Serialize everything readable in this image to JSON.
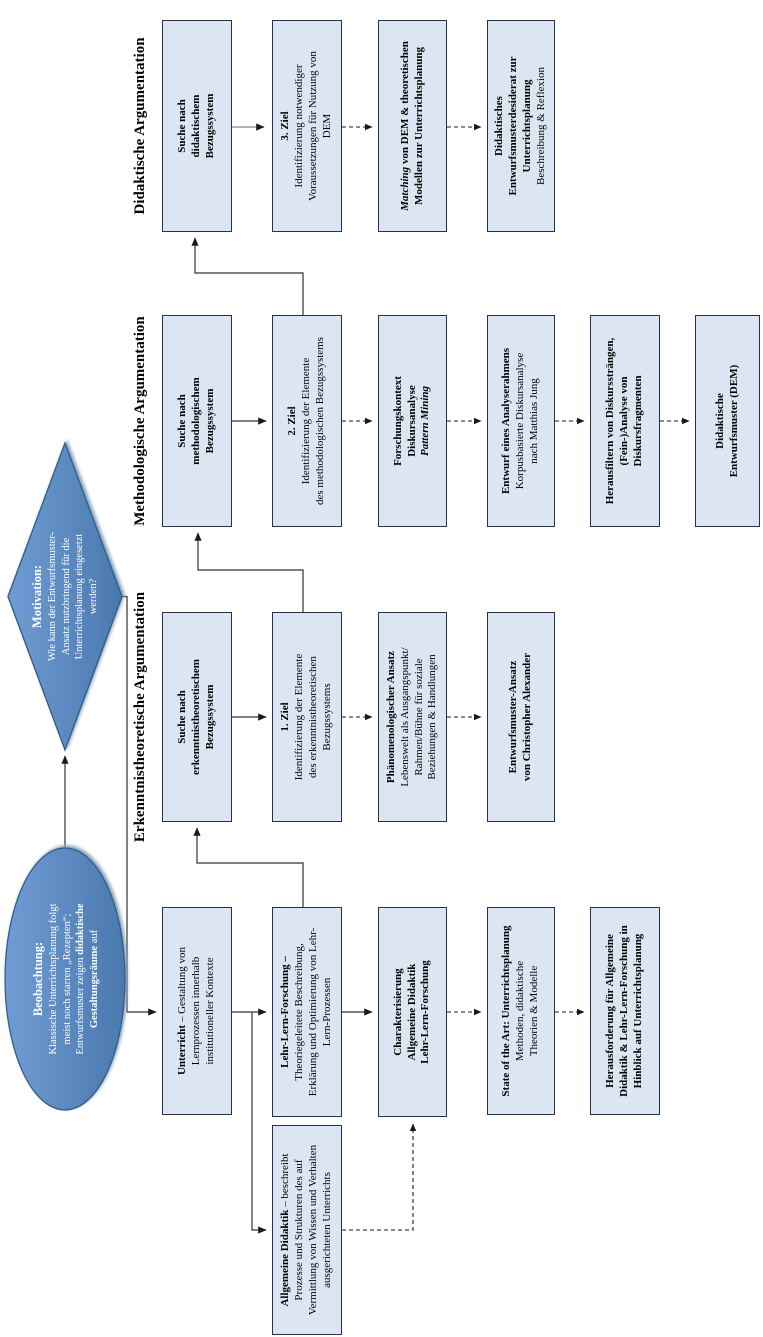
{
  "palette": {
    "background": "#ffffff",
    "box_fill": "#dce6f2",
    "box_border": "#25314d",
    "shape_fill_top": "#6f9cd4",
    "shape_fill_bottom": "#4a78ad",
    "shape_border": "#2e5d8c",
    "shape_text": "#ffffff",
    "connector": "#333333",
    "connector_light": "#888888"
  },
  "headers": [
    {
      "label": "Erkenntnistheoretische Argumentation"
    },
    {
      "label": "Methodologische Argumentation"
    },
    {
      "label": "Didaktische Argumentation"
    }
  ],
  "nodes": {
    "beobachtung": {
      "lines": [
        [
          {
            "t": "Beobachtung:",
            "s": "bt"
          }
        ],
        [
          {
            "t": "Klassische Unterrichtsplanung folgt",
            "s": "r"
          }
        ],
        [
          {
            "t": "meist noch starren „Rezepten“;",
            "s": "r"
          }
        ],
        [
          {
            "t": "Entwurfsmuster zeigen ",
            "s": "r"
          },
          {
            "t": "didaktische",
            "s": "b"
          }
        ],
        [
          {
            "t": "Gestaltungsräume",
            "s": "b"
          },
          {
            "t": " auf",
            "s": "r"
          }
        ]
      ]
    },
    "motivation": {
      "lines": [
        [
          {
            "t": "Motivation:",
            "s": "bt"
          }
        ],
        [
          {
            "t": "Wie kann der Entwurfsmuster-",
            "s": "r"
          }
        ],
        [
          {
            "t": "Ansatz nutzbringend für die",
            "s": "r"
          }
        ],
        [
          {
            "t": "Unterrichtsplanung eingesetzt",
            "s": "r"
          }
        ],
        [
          {
            "t": "werden?",
            "s": "r"
          }
        ]
      ]
    },
    "unterricht": {
      "lines": [
        [
          {
            "t": "Unterricht",
            "s": "b"
          },
          {
            "t": " – Gestaltung von",
            "s": "r"
          }
        ],
        [
          {
            "t": "Lernprozessen innerhalb",
            "s": "r"
          }
        ],
        [
          {
            "t": "institutioneller Kontexte",
            "s": "r"
          }
        ]
      ]
    },
    "lehr_lern_forschung": {
      "lines": [
        [
          {
            "t": "Lehr-Lern-Forschung –",
            "s": "b"
          }
        ],
        [
          {
            "t": "Theoriegeleitete Beschreibung,",
            "s": "r"
          }
        ],
        [
          {
            "t": "Erklärung und Optimierung von Lehr-",
            "s": "r"
          }
        ],
        [
          {
            "t": "Lern-Prozessen",
            "s": "r"
          }
        ]
      ]
    },
    "charakterisierung": {
      "lines": [
        [
          {
            "t": "Charakterisierung",
            "s": "b"
          }
        ],
        [
          {
            "t": "Allgemeine Didaktik",
            "s": "b"
          }
        ],
        [
          {
            "t": "Lehr-Lern-Forschung",
            "s": "b"
          }
        ]
      ]
    },
    "state_of_the_art": {
      "lines": [
        [
          {
            "t": "State of the Art: Unterrichtsplanung",
            "s": "b"
          }
        ],
        [
          {
            "t": "Methoden, didaktische",
            "s": "r"
          }
        ],
        [
          {
            "t": "Theorien & Modelle",
            "s": "r"
          }
        ]
      ]
    },
    "herausforderung": {
      "lines": [
        [
          {
            "t": "Herausforderung für Allgemeine",
            "s": "b"
          }
        ],
        [
          {
            "t": "Didaktik & Lehr-Lern-Forschung in",
            "s": "b"
          }
        ],
        [
          {
            "t": "Hinblick auf Unterrichtsplanung",
            "s": "b"
          }
        ]
      ]
    },
    "allgemeine_didaktik": {
      "lines": [
        [
          {
            "t": "Allgemeine Didaktik",
            "s": "b"
          },
          {
            "t": " – beschreibt",
            "s": "r"
          }
        ],
        [
          {
            "t": "Prozesse und Strukturen des auf",
            "s": "r"
          }
        ],
        [
          {
            "t": "Vermittlung von Wissen und Verhalten",
            "s": "r"
          }
        ],
        [
          {
            "t": "ausgerichteten Unterrichts",
            "s": "r"
          }
        ]
      ]
    },
    "suche_erkenntnistheoretisch": {
      "lines": [
        [
          {
            "t": "Suche nach",
            "s": "b"
          }
        ],
        [
          {
            "t": "erkenntnistheoretischem",
            "s": "b"
          }
        ],
        [
          {
            "t": "Bezugssystem",
            "s": "b"
          }
        ]
      ]
    },
    "ziel1": {
      "lines": [
        [
          {
            "t": "1. Ziel",
            "s": "b"
          }
        ],
        [
          {
            "t": "Identifizierung der Elemente",
            "s": "r"
          }
        ],
        [
          {
            "t": "des erkenntnistheoretischen",
            "s": "r"
          }
        ],
        [
          {
            "t": "Bezugssystems",
            "s": "r"
          }
        ]
      ]
    },
    "phaenomenologischer_ansatz": {
      "lines": [
        [
          {
            "t": "Phänomenologischer Ansatz",
            "s": "b"
          }
        ],
        [
          {
            "t": "Lebenswelt als Ausgangspunkt/",
            "s": "r"
          }
        ],
        [
          {
            "t": "Rahmen/Bühne für soziale",
            "s": "r"
          }
        ],
        [
          {
            "t": "Beziehungen & Handlungen",
            "s": "r"
          }
        ]
      ]
    },
    "entwurfsmuster_ansatz": {
      "lines": [
        [
          {
            "t": "Entwurfsmuster-Ansatz",
            "s": "b"
          }
        ],
        [
          {
            "t": "von Christopher Alexander",
            "s": "b"
          }
        ]
      ]
    },
    "suche_methodologisch": {
      "lines": [
        [
          {
            "t": "Suche nach",
            "s": "b"
          }
        ],
        [
          {
            "t": "methodologischem",
            "s": "b"
          }
        ],
        [
          {
            "t": "Bezugssystem",
            "s": "b"
          }
        ]
      ]
    },
    "ziel2": {
      "lines": [
        [
          {
            "t": "2. Ziel",
            "s": "b"
          }
        ],
        [
          {
            "t": "Identifizierung der Elemente",
            "s": "r"
          }
        ],
        [
          {
            "t": "des methodologischen Bezugssystems",
            "s": "r"
          }
        ]
      ]
    },
    "forschungskontext": {
      "lines": [
        [
          {
            "t": "Forschungskontext",
            "s": "b"
          }
        ],
        [
          {
            "t": "Diskursanalyse",
            "s": "b"
          }
        ],
        [
          {
            "t": "Pattern Mining",
            "s": "bi"
          }
        ]
      ]
    },
    "entwurf_analyserahmen": {
      "lines": [
        [
          {
            "t": "Entwurf eines Analyserahmens",
            "s": "b"
          }
        ],
        [
          {
            "t": "Korpusbasierte Diskursanalyse",
            "s": "r"
          }
        ],
        [
          {
            "t": "nach Matthias Jung",
            "s": "r"
          }
        ]
      ]
    },
    "herausfiltern": {
      "lines": [
        [
          {
            "t": "Herausfiltern von Diskurssträngen,",
            "s": "b"
          }
        ],
        [
          {
            "t": "(Fein-)Analyse von",
            "s": "b"
          }
        ],
        [
          {
            "t": "Diskursfragmenten",
            "s": "b"
          }
        ]
      ]
    },
    "didaktische_entwurfsmuster": {
      "lines": [
        [
          {
            "t": "Didaktische",
            "s": "b"
          }
        ],
        [
          {
            "t": "Entwurfsmuster (DEM)",
            "s": "b"
          }
        ]
      ]
    },
    "suche_didaktisch": {
      "lines": [
        [
          {
            "t": "Suche nach",
            "s": "b"
          }
        ],
        [
          {
            "t": "didaktischem",
            "s": "b"
          }
        ],
        [
          {
            "t": "Bezugssystem",
            "s": "b"
          }
        ]
      ]
    },
    "ziel3": {
      "lines": [
        [
          {
            "t": "3. Ziel",
            "s": "b"
          }
        ],
        [
          {
            "t": "Identifizierung notwendiger",
            "s": "r"
          }
        ],
        [
          {
            "t": "Voraussetzungen für Nutzung von",
            "s": "r"
          }
        ],
        [
          {
            "t": "DEM",
            "s": "r"
          }
        ]
      ]
    },
    "matching": {
      "lines": [
        [
          {
            "t": "Matching",
            "s": "bi"
          },
          {
            "t": " von DEM & theoretischen",
            "s": "b"
          }
        ],
        [
          {
            "t": "Modellen zur Unterrichtsplanung",
            "s": "b"
          }
        ]
      ]
    },
    "entwurfsmusterdesiderat": {
      "lines": [
        [
          {
            "t": "Didaktisches",
            "s": "b"
          }
        ],
        [
          {
            "t": "Entwurfsmusterdesiderat zur",
            "s": "b"
          }
        ],
        [
          {
            "t": "Unterrichtsplanung",
            "s": "b"
          }
        ],
        [
          {
            "t": "Beschreibung & Reflexion",
            "s": "r"
          }
        ]
      ]
    }
  }
}
